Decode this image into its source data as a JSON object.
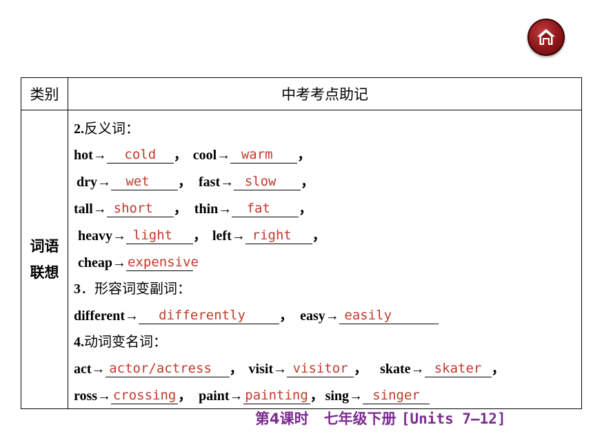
{
  "table": {
    "header_category": "类别",
    "header_content": "中考考点助记",
    "category_line1": "词语",
    "category_line2": "联想"
  },
  "section2": {
    "num": "2.",
    "title": "反义词：",
    "items": [
      {
        "word": "hot→",
        "answer": "cold",
        "sep": "，"
      },
      {
        "word": "cool→",
        "answer": "warm",
        "sep": "，"
      },
      {
        "word": "dry→",
        "answer": "wet",
        "sep": "，"
      },
      {
        "word": "fast→",
        "answer": "slow",
        "sep": "，"
      },
      {
        "word": "tall→",
        "answer": "short",
        "sep": "，"
      },
      {
        "word": "thin→",
        "answer": "fat",
        "sep": "，"
      },
      {
        "word": "heavy→",
        "answer": "light",
        "sep": "，"
      },
      {
        "word": "left→",
        "answer": "right",
        "sep": "，"
      },
      {
        "word": "cheap→",
        "answer": "expensive",
        "sep": ""
      }
    ]
  },
  "section3": {
    "num": "3",
    "title": "．形容词变副词：",
    "items": [
      {
        "word": "different→",
        "answer": "differently",
        "sep": "，"
      },
      {
        "word": "easy→",
        "answer": "easily",
        "sep": ""
      }
    ]
  },
  "section4": {
    "num": "4.",
    "title": "动词变名词：",
    "items": [
      {
        "word": "act→",
        "answer": "actor/actress",
        "sep": "，"
      },
      {
        "word": "visit→",
        "answer": "visitor",
        "sep": "，"
      },
      {
        "word": "skate→",
        "answer": "skater",
        "sep": "，"
      },
      {
        "word": "ross→",
        "answer": "crossing",
        "sep": "，"
      },
      {
        "word": "paint→",
        "answer": "painting",
        "sep": "，"
      },
      {
        "word": "sing→",
        "answer": "singer",
        "sep": ""
      }
    ]
  },
  "footer": {
    "lesson": "第4课时",
    "grade": "七年级下册",
    "units": "[Units 7—12]"
  },
  "icons": {
    "home": "home-icon"
  },
  "colors": {
    "answer": "#c0392b",
    "footer": "#7b2c8f",
    "home_button": "#8a1417"
  }
}
